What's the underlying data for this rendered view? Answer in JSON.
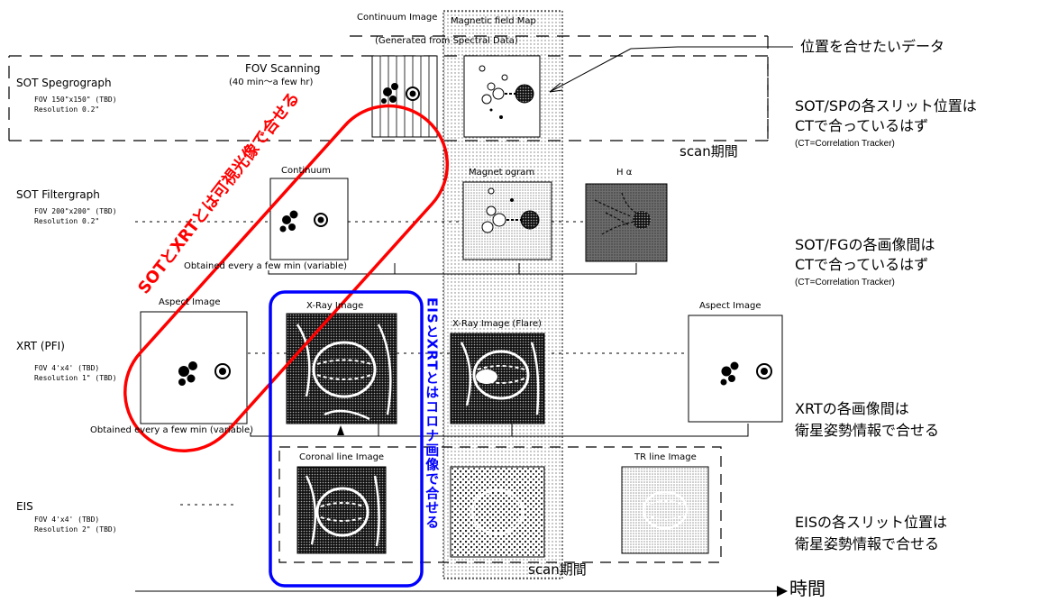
{
  "instruments": {
    "sot_sp": {
      "name": "SOT Spegrograph",
      "spec": "FOV 150\"x150\" (TBD)\nResolution 0.2\""
    },
    "sot_fg": {
      "name": "SOT Filtergraph",
      "spec": "FOV 200\"x200\" (TBD)\nResolution 0.2\""
    },
    "xrt": {
      "name": "XRT (PFI)",
      "spec": "FOV 4'x4' (TBD)\nResolution 1\" (TBD)"
    },
    "eis": {
      "name": "EIS",
      "spec": "FOV 4'x4' (TBD)\nResolution 2\" (TBD)"
    }
  },
  "sot_sp_row": {
    "fov_scanning": "FOV Scanning",
    "fov_scanning_time": "(40 min～a few hr)",
    "continuum_title": "Continuum Image",
    "generated_note": "(Generated from Spectral Data)",
    "magnetic_title": "Magnetic field Map"
  },
  "sot_fg_row": {
    "continuum_title": "Continuum",
    "magnetogram_title": "Magnet ogram",
    "halpha_title": "H α",
    "obtained_note": "Obtained every a few min (variable)"
  },
  "xrt_row": {
    "aspect_title": "Aspect Image",
    "xray_title": "X-Ray Image",
    "xray_flare_title": "X-Ray Image (Flare)",
    "aspect_title_2": "Aspect Image",
    "obtained_note": "Obtained every a few min (variable)"
  },
  "eis_row": {
    "coronal_title": "Coronal line Image",
    "tr_title": "TR line Image"
  },
  "annotations": {
    "target_data": "位置を合せたいデータ",
    "sot_sp_note_line1": "SOT/SPの各スリット位置は",
    "sot_sp_note_line2": "CTで合っているはず",
    "sot_sp_note_small": "(CT=Correlation Tracker)",
    "scan_period_1": "scan期間",
    "sot_fg_note_line1": "SOT/FGの各画像間は",
    "sot_fg_note_line2": "CTで合っているはず",
    "sot_fg_note_small": "(CT=Correlation Tracker)",
    "xrt_note_line1": "XRTの各画像間は",
    "xrt_note_line2": "衛星姿勢情報で合せる",
    "eis_note_line1": "EISの各スリット位置は",
    "eis_note_line2": "衛星姿勢情報で合せる",
    "scan_period_2": "scan期間",
    "time_axis": "時間",
    "red_oval_label": "SOTとXRTとは可視光像で合せる",
    "blue_box_label": "EISとXRTとはコロナ画像で合せる"
  },
  "colors": {
    "red": "#ff0000",
    "blue": "#0000ff",
    "dark_gray": "#6d6d6d",
    "black": "#000000"
  }
}
